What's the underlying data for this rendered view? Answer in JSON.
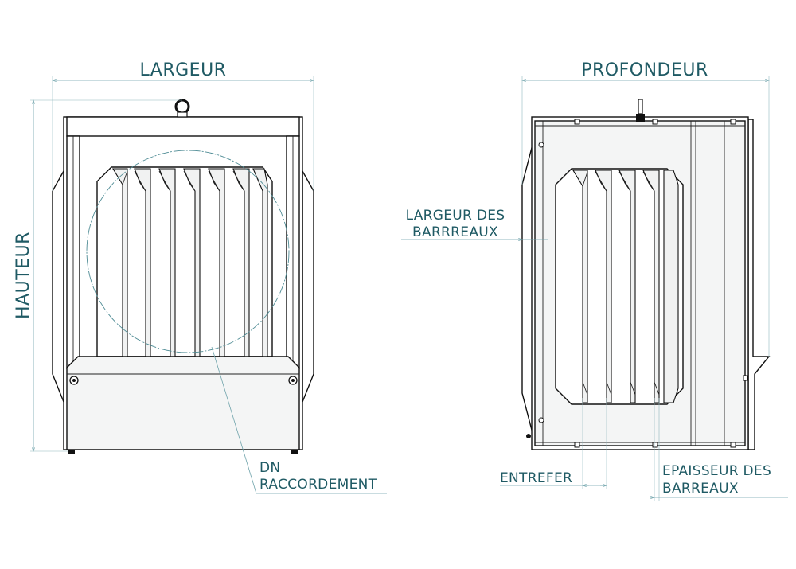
{
  "labels": {
    "largeur": "LARGEUR",
    "hauteur": "HAUTEUR",
    "profondeur": "PROFONDEUR",
    "largeur_barreaux_line1": "LARGEUR DES",
    "largeur_barreaux_line2": "BARRREAUX",
    "dn_line1": "DN",
    "dn_line2": "RACCORDEMENT",
    "entrefer": "ENTREFER",
    "epaisseur_line1": "EPAISSEUR DES",
    "epaisseur_line2": "BARREAUX"
  },
  "colors": {
    "dimension_text": "#1f5a64",
    "dimension_line": "#6fa3ab",
    "outline": "#111111"
  }
}
